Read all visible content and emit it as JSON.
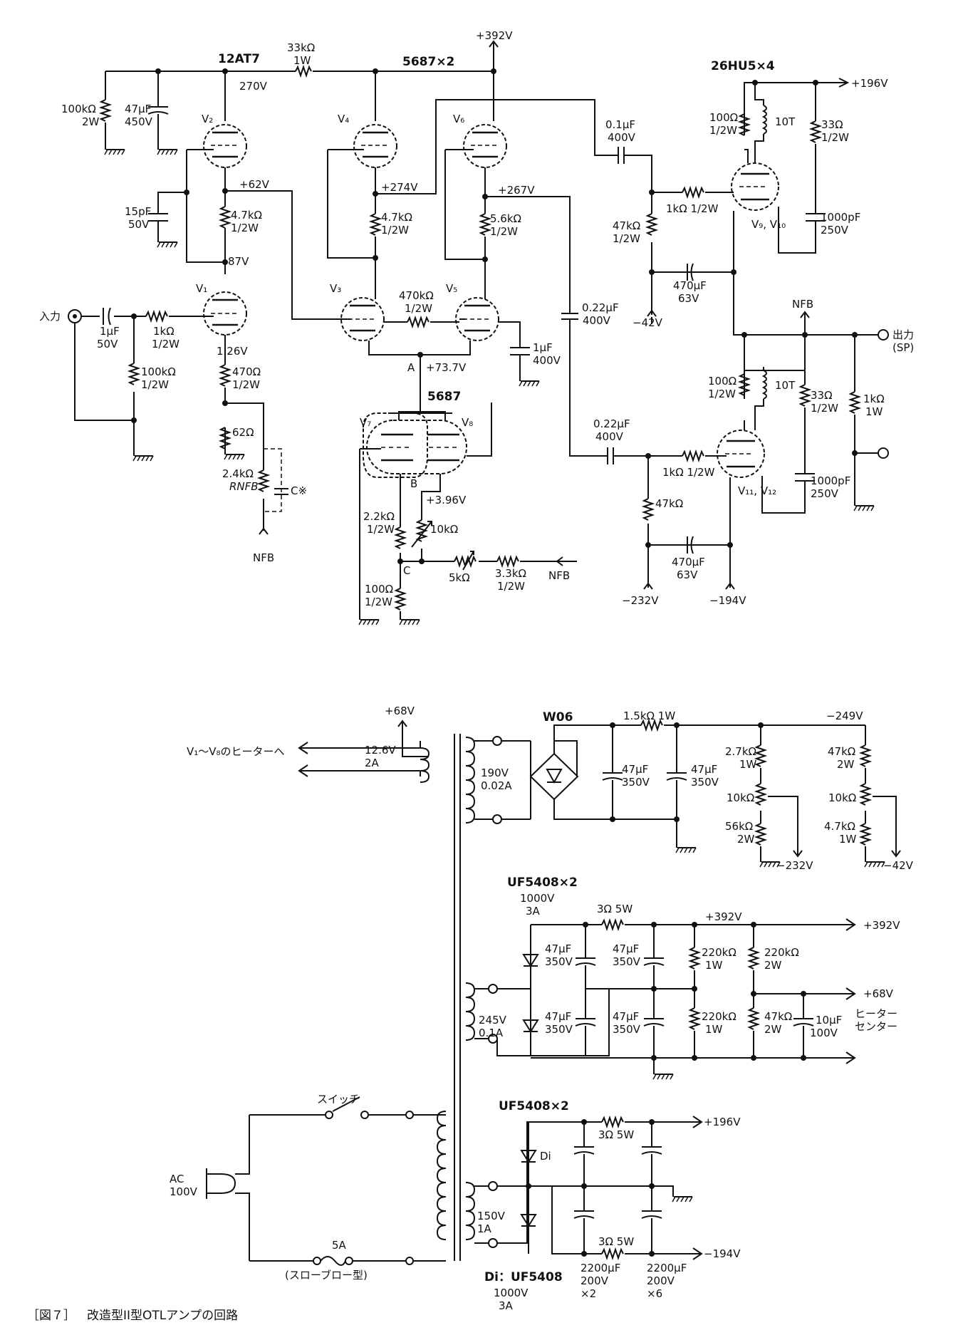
{
  "amp": {
    "tube_12at7": "12AT7",
    "tube_5687x2": "5687×2",
    "tube_5687": "5687",
    "tube_26hu5": "26HU5×4",
    "v1": "V₁",
    "v2": "V₂",
    "v3": "V₃",
    "v4": "V₄",
    "v5": "V₅",
    "v6": "V₆",
    "v7": "V₇",
    "v8": "V₈",
    "v9v10": "V₉, V₁₀",
    "v11v12": "V₁₁, V₁₂",
    "r_33k_v": "33kΩ",
    "r_33k_w": "1W",
    "b392": "+392V",
    "b196": "+196V",
    "r100k_v": "100kΩ",
    "r100k_w": "2W",
    "c47_v": "47μF",
    "c47_w": "450V",
    "v270": "270V",
    "v62": "+62V",
    "v87": "87V",
    "v126": "1.26V",
    "v274": "+274V",
    "v267": "+267V",
    "v737": "+73.7V",
    "v396": "+3.96V",
    "c15p_v": "15pF",
    "c15p_w": "50V",
    "r47kv2_v": "4.7kΩ",
    "r47kv2_w": "1/2W",
    "r47kv4_v": "4.7kΩ",
    "r47kv4_w": "1/2W",
    "r56k_v": "5.6kΩ",
    "r56k_w": "1/2W",
    "r470k_v": "470kΩ",
    "r470k_w": "1/2W",
    "input": "入力",
    "c1u_v": "1μF",
    "c1u_w": "50V",
    "r1k_v": "1kΩ",
    "r1k_w": "1/2W",
    "r100kg_v": "100kΩ",
    "r100kg_w": "1/2W",
    "r470_v": "470Ω",
    "r470_w": "1/2W",
    "r62": "62Ω",
    "rnfb_v": "2.4kΩ",
    "rnfb_n": "RNFB",
    "c_star": "C※",
    "nfb": "NFB",
    "c1u400_v": "1μF",
    "c1u400_w": "400V",
    "label_a": "A",
    "label_b": "B",
    "label_c": "C",
    "r22k_v": "2.2kΩ",
    "r22k_w": "1/2W",
    "r10k": "10kΩ",
    "r5k": "5kΩ",
    "r33k_v": "3.3kΩ",
    "r33k_w": "1/2W",
    "r100c_v": "100Ω",
    "r100c_w": "1/2W",
    "c01_v": "0.1μF",
    "c01_w": "400V",
    "c022a_v": "0.22μF",
    "c022a_w": "400V",
    "c022b_v": "0.22μF",
    "c022b_w": "400V",
    "r1kg_u": "1kΩ 1/2W",
    "r1kg_l": "1kΩ 1/2W",
    "r47kg_v": "47kΩ",
    "r47kg_w": "1/2W",
    "r47kl": "47kΩ",
    "c470u_v": "470μF",
    "c470u_w": "63V",
    "c470l_v": "470μF",
    "c470l_w": "63V",
    "m42": "−42V",
    "m232": "−232V",
    "m194": "−194V",
    "r100u_v": "100Ω",
    "r100u_w": "1/2W",
    "r100l_v": "100Ω",
    "r100l_w": "1/2W",
    "t10u": "10T",
    "t10l": "10T",
    "r33u_v": "33Ω",
    "r33u_w": "1/2W",
    "r33l_v": "33Ω",
    "r33l_w": "1/2W",
    "c1000u_v": "1000pF",
    "c1000u_w": "250V",
    "c1000l_v": "1000pF",
    "c1000l_w": "250V",
    "out": "出力",
    "out_sp": "(SP)",
    "r1kout_v": "1kΩ",
    "r1kout_w": "1W"
  },
  "psu": {
    "b68": "+68V",
    "heater_to": "V₁〜V₈のヒーターへ",
    "h126": "12.6V",
    "h2a": "2A",
    "s190": "190V",
    "s002": "0.02A",
    "w06": "W06",
    "r15k": "1.5kΩ 1W",
    "c47a_v": "47μF",
    "c47a_w": "350V",
    "c47b_v": "47μF",
    "c47b_w": "350V",
    "m249": "−249V",
    "r27k_v": "2.7kΩ",
    "r27k_w": "1W",
    "r10ka": "10kΩ",
    "r56k_v": "56kΩ",
    "r56k_w": "2W",
    "r47ka_v": "47kΩ",
    "r47ka_w": "2W",
    "r10kb": "10kΩ",
    "r47kb_v": "4.7kΩ",
    "r47kb_w": "1W",
    "o232": "−232V",
    "o42": "−42V",
    "uf1": "UF5408×2",
    "uf1_v": "1000V",
    "uf1_a": "3A",
    "r3a": "3Ω 5W",
    "b392i": "+392V",
    "b392o": "+392V",
    "c1_v": "47μF",
    "c1_w": "350V",
    "c2_v": "47μF",
    "c2_w": "350V",
    "c3_v": "47μF",
    "c3_w": "350V",
    "c4_v": "47μF",
    "c4_w": "350V",
    "r220a_v": "220kΩ",
    "r220a_w": "1W",
    "r220b_v": "220kΩ",
    "r220b_w": "2W",
    "r220c_v": "220kΩ",
    "r220c_w": "1W",
    "r47kc_v": "47kΩ",
    "r47kc_w": "2W",
    "c10_v": "10μF",
    "c10_w": "100V",
    "heater_center": "ヒーター",
    "heater_center2": "センター",
    "b68o": "+68V",
    "s245": "245V",
    "s01": "0.1A",
    "switch": "スイッチ",
    "ac": "AC",
    "ac100": "100V",
    "fuse": "5A",
    "slowblow": "(スローブロー型)",
    "uf2": "UF5408×2",
    "di": "Di",
    "r3b": "3Ω 5W",
    "r3c": "3Ω 5W",
    "b196o": "+196V",
    "m194o": "−194V",
    "s150": "150V",
    "s1a": "1A",
    "c2200a_v": "2200μF",
    "c2200a_w": "200V",
    "c2200a_n": "×2",
    "c2200b_v": "2200μF",
    "c2200b_w": "200V",
    "c2200b_n": "×6",
    "di_note": "Di：UF5408",
    "di_v": "1000V",
    "di_a": "3A"
  },
  "caption": {
    "fig": "［図７］",
    "title": "改造型II型OTLアンプの回路"
  }
}
